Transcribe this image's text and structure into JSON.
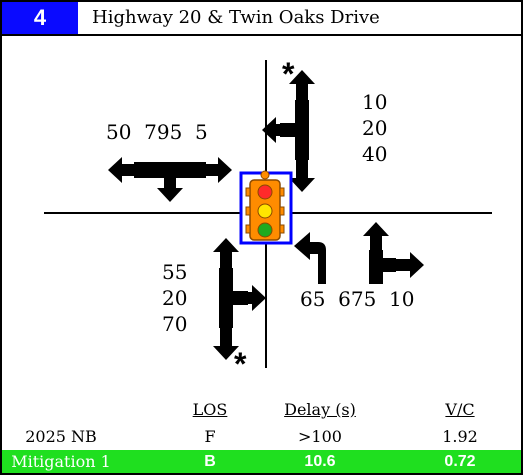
{
  "header": {
    "number": "4",
    "title": "Highway 20 & Twin Oaks Drive"
  },
  "volumes": {
    "southbound_top": "50  795  5",
    "westbound": [
      "10",
      "20",
      "40"
    ],
    "eastbound": [
      "55",
      "20",
      "70"
    ],
    "northbound_bottom": "65  675  10"
  },
  "markers": {
    "top_star": "*",
    "bottom_star": "*"
  },
  "table": {
    "headers": {
      "los": "LOS",
      "delay": "Delay (s)",
      "vc": "V/C"
    },
    "rows": [
      {
        "label": "2025 NB",
        "los": "F",
        "delay": ">100",
        "vc": "1.92"
      },
      {
        "label": "Mitigation 1",
        "los": "B",
        "delay": "10.6",
        "vc": "0.72"
      }
    ]
  },
  "colors": {
    "number_badge": "#0a0aff",
    "mitigation_row": "#1fdf1f",
    "signal_housing": "#ff8c00",
    "signal_border": "#0000ff",
    "signal_red": "#ff2a2a",
    "signal_yellow": "#ffe600",
    "signal_green": "#1faa1f"
  },
  "icons": [
    "traffic-signal-icon",
    "turn-arrow-icon"
  ]
}
